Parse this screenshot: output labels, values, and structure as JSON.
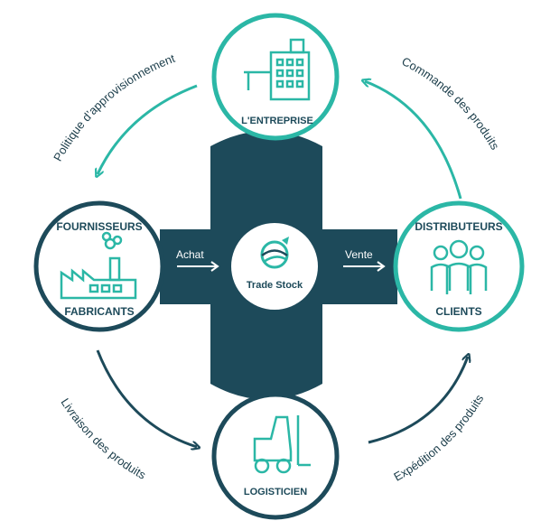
{
  "nodes": {
    "top": {
      "title": "L'ENTREPRISE"
    },
    "left": {
      "title_top": "FOURNISSEURS",
      "title_bottom": "FABRICANTS"
    },
    "right": {
      "title_top": "DISTRIBUTEURS",
      "title_bottom": "CLIENTS"
    },
    "bottom": {
      "title": "LOGISTICIEN"
    }
  },
  "center": {
    "label": "Trade Stock"
  },
  "flows": {
    "left_to_center": "Achat",
    "center_to_right": "Vente"
  },
  "arc_labels": {
    "top_left": "Politique d’approvisionnement",
    "top_right": "Commande des produits",
    "bottom_left": "Livraison des produits",
    "bottom_right": "Expédition des produits"
  },
  "colors": {
    "dark": "#1d4a5a",
    "teal": "#2bb7a6",
    "white": "#ffffff"
  }
}
